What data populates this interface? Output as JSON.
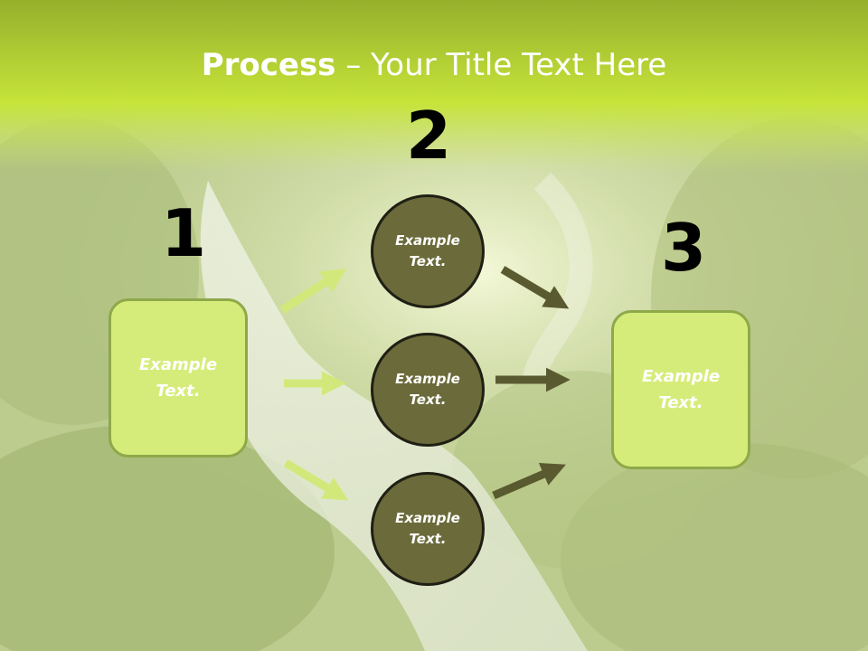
{
  "title": {
    "bold": "Process",
    "rest": " – Your Title Text Here"
  },
  "steps": {
    "one": "1",
    "two": "2",
    "three": "3"
  },
  "left_box": {
    "text": "Example Text."
  },
  "circles": [
    {
      "text": "Example Text."
    },
    {
      "text": "Example Text."
    },
    {
      "text": "Example Text."
    }
  ],
  "right_box": {
    "text": "Example Text."
  },
  "colors": {
    "header_green": "#b8d832",
    "box_fill": "#d6ec7a",
    "box_border": "#8ea84a",
    "circle_fill": "#6b6a3a",
    "light_arrow": "#d2e87a",
    "dark_arrow": "#5a5a30"
  }
}
